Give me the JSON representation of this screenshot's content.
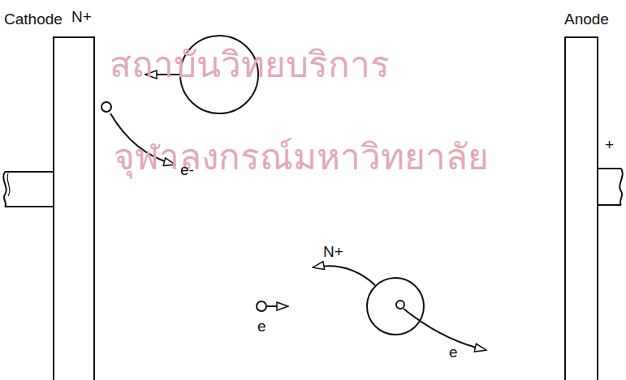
{
  "diagram": {
    "nodes": [
      {
        "text": [
          "Cathode"
        ]
      },
      {
        "text": [
          "Anode"
        ]
      }
    ],
    "labels": [
      "สถาบันวิทยบริการ",
      "จุฬาลงกรณ์มหาวิทยาลัย",
      "N+",
      "+",
      "e-",
      "N+",
      "e",
      "e"
    ]
  }
}
